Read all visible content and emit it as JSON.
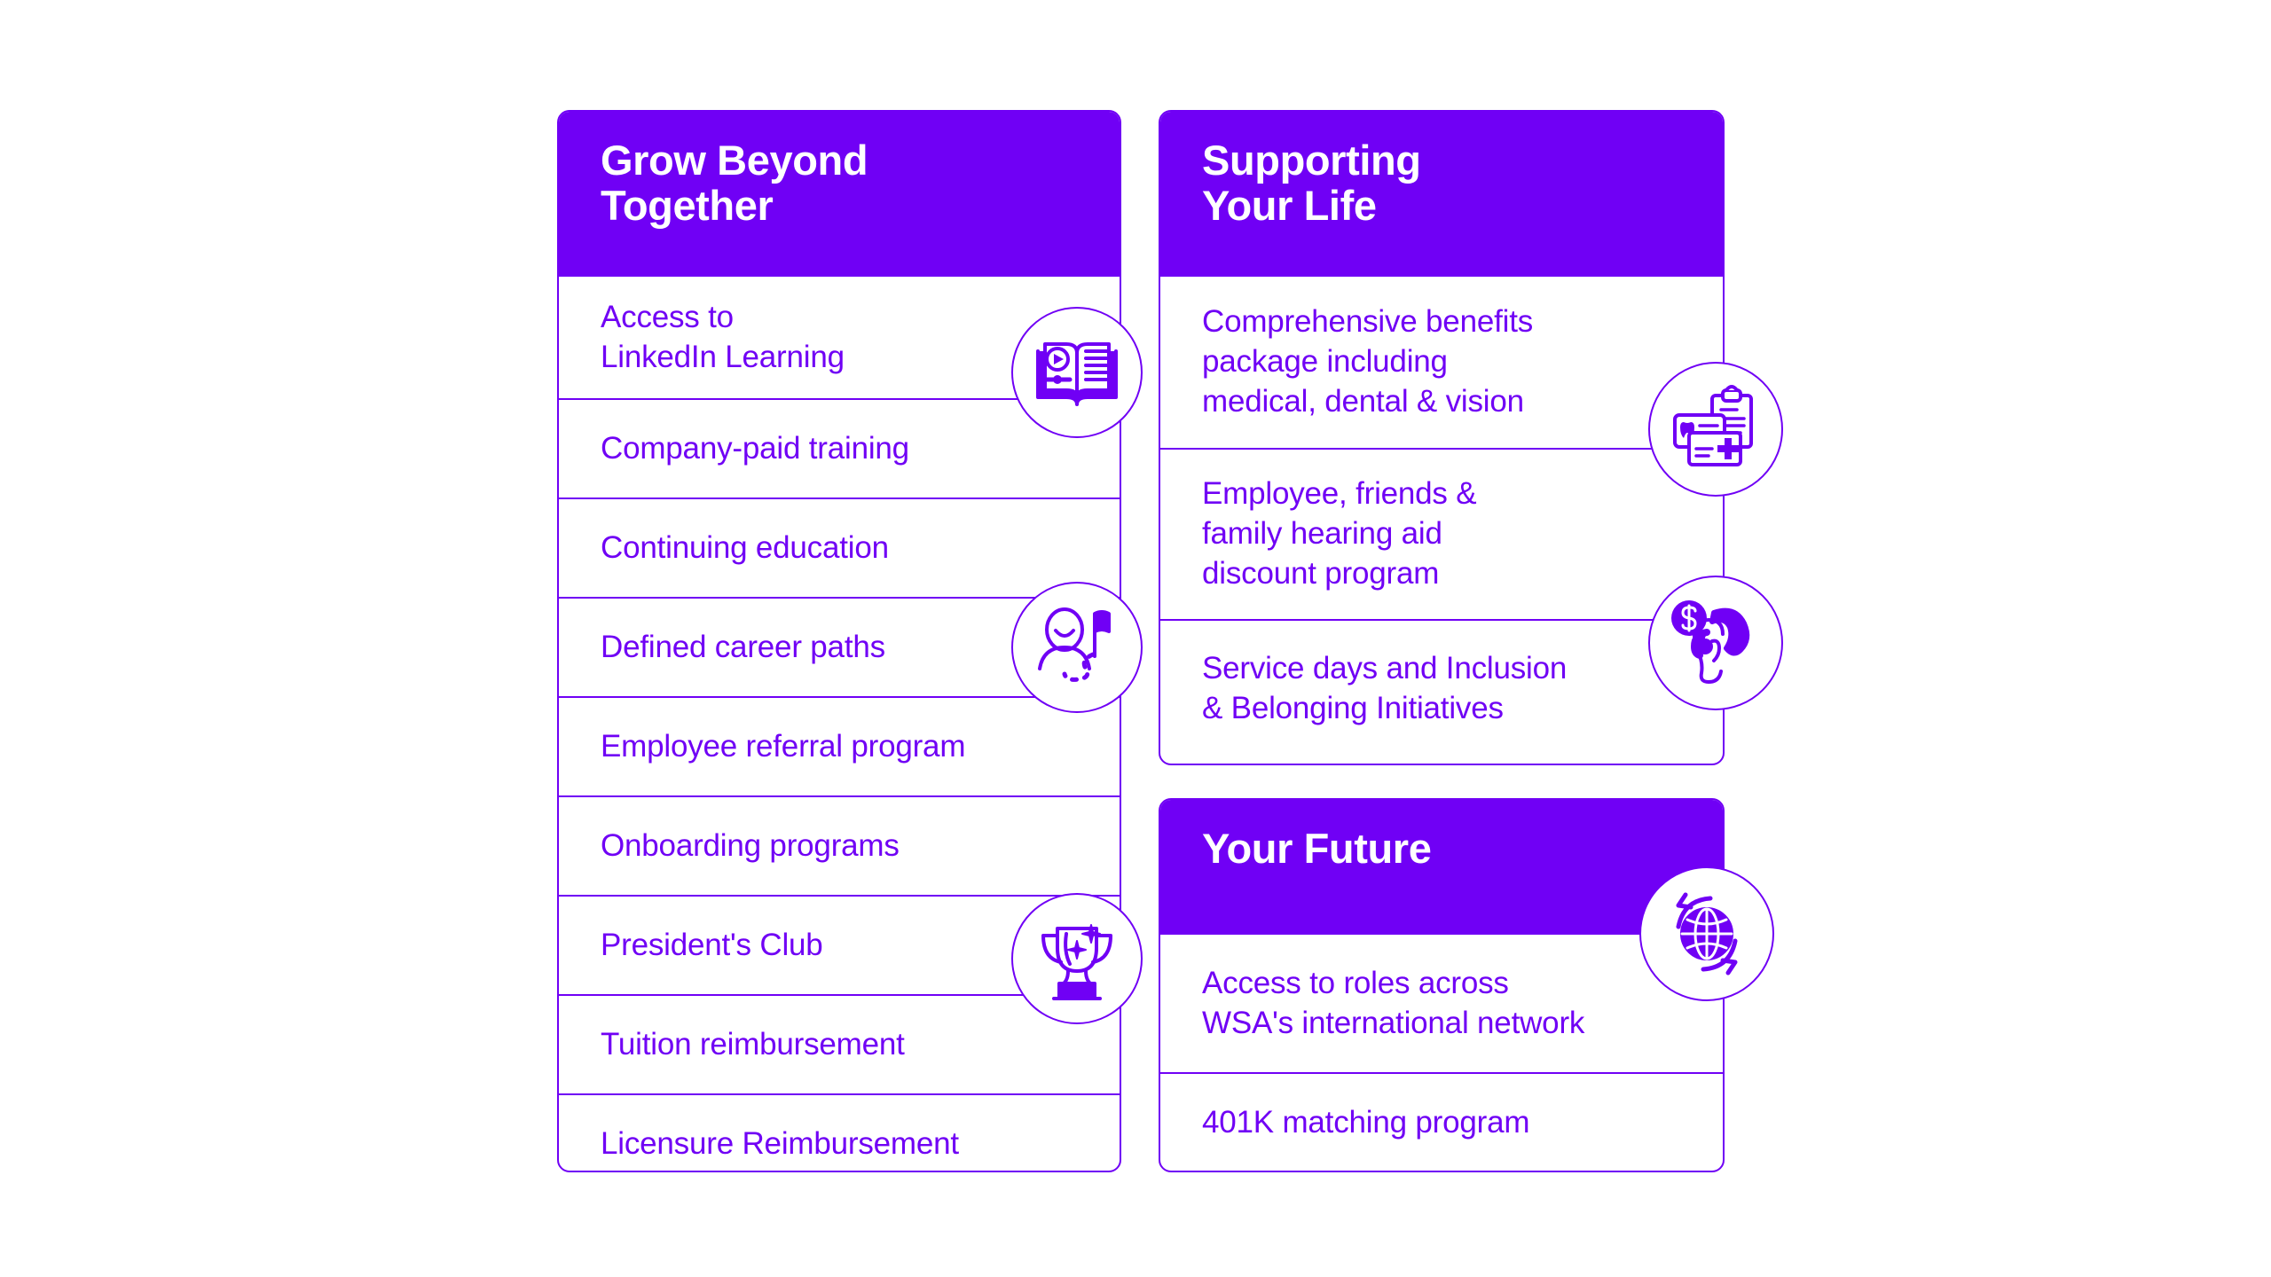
{
  "cards": [
    {
      "id": "grow",
      "title": "Grow Beyond\nTogether",
      "items": [
        {
          "label": "Access to\nLinkedIn Learning"
        },
        {
          "label": "Company-paid training"
        },
        {
          "label": "Continuing education"
        },
        {
          "label": "Defined career paths"
        },
        {
          "label": "Employee referral program"
        },
        {
          "label": "Onboarding programs"
        },
        {
          "label": "President's Club"
        },
        {
          "label": "Tuition reimbursement"
        },
        {
          "label": "Licensure Reimbursement"
        }
      ]
    },
    {
      "id": "life",
      "title": "Supporting\nYour Life",
      "items": [
        {
          "label": "Comprehensive benefits\npackage including\nmedical, dental & vision"
        },
        {
          "label": "Employee, friends &\nfamily hearing aid\ndiscount program"
        },
        {
          "label": "Service days and Inclusion\n& Belonging Initiatives"
        }
      ]
    },
    {
      "id": "future",
      "title": "Your Future",
      "items": [
        {
          "label": "Access to roles across\nWSA's international network"
        },
        {
          "label": "401K matching program"
        }
      ]
    }
  ],
  "icons": [
    {
      "name": "open-book-video-icon"
    },
    {
      "name": "career-path-person-flag-icon"
    },
    {
      "name": "trophy-sparkle-icon"
    },
    {
      "name": "medical-dental-vision-cards-icon"
    },
    {
      "name": "ear-hearing-aid-dollar-icon"
    },
    {
      "name": "globe-refresh-icon"
    }
  ],
  "colors": {
    "brand_purple": "#7000F5",
    "background": "#FFFFFF",
    "header_text": "#FFFFFF"
  }
}
